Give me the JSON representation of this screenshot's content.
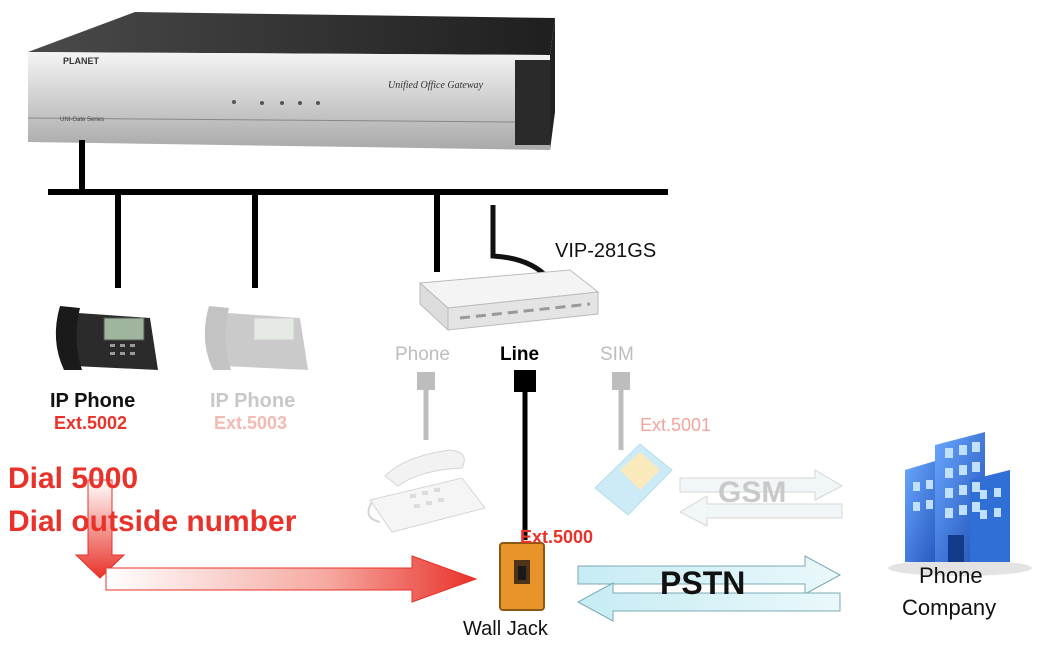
{
  "device": {
    "brand": "PLANET",
    "model": "Unified Office Gateway",
    "sub_label": "UNI-Gate Series"
  },
  "gateway": {
    "name": "VIP-281GS"
  },
  "ports": {
    "phone": "Phone",
    "line": "Line",
    "sim": "SIM"
  },
  "phones": [
    {
      "label": "IP Phone",
      "ext": "Ext.5002"
    },
    {
      "label": "IP Phone",
      "ext": "Ext.5003"
    }
  ],
  "sim_ext": "Ext.5001",
  "wall_jack": {
    "label": "Wall Jack",
    "ext": "Ext.5000"
  },
  "steps": [
    "Dial 5000",
    "Dial outside number"
  ],
  "links": {
    "gsm": "GSM",
    "pstn": "PSTN"
  },
  "phone_company": {
    "line1": "Phone",
    "line2": "Company"
  },
  "colors": {
    "red": "#e8322a",
    "pink": "#f3a49c",
    "grey": "#bdbdbd",
    "jack": "#e9942a",
    "building": "#2f6fd6"
  }
}
